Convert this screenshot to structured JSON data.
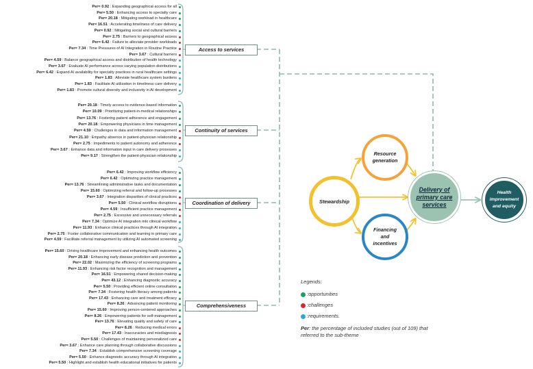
{
  "colors": {
    "opportunity": "#16a35b",
    "challenge": "#d62a2a",
    "requirement": "#29a9e0",
    "connector": "#7fa7a0",
    "bracket": "#8fb8ab",
    "stewardship": "#f2c22e",
    "resource": "#f5a23a",
    "financing": "#2b86c5",
    "delivery": "#9cc3b1",
    "health": "#1f5d63"
  },
  "themes": [
    {
      "label": "Access to services",
      "items": [
        {
          "per": "Per= 0.92",
          "text": ": Expanding geographical access for all",
          "type": "opportunity"
        },
        {
          "per": "Per= 5.50",
          "text": ": Enhancing access to specialty care",
          "type": "opportunity"
        },
        {
          "per": "Per= 20.18",
          "text": ": Mitigating workload in healthcare",
          "type": "opportunity"
        },
        {
          "per": "Per= 16.51",
          "text": ": Accelerating timeliness of care delivery",
          "type": "opportunity"
        },
        {
          "per": "Per= 0.92",
          "text": ": Mitigating social and cultural barriers",
          "type": "opportunity"
        },
        {
          "per": "Per= 2.75",
          "text": ": Barriers to geographical access",
          "type": "challenge"
        },
        {
          "per": "Per= 6.42",
          "text": ": Failure to alleviate provider workloads",
          "type": "challenge"
        },
        {
          "per": "Per= 7.34",
          "text": ": Time Pressures of AI Integration in Routine Practice",
          "type": "challenge"
        },
        {
          "per": "Per= 3.67",
          "text": ": Cultural barriers",
          "type": "challenge"
        },
        {
          "per": "Per= 4.59",
          "text": ": Balance geographical access and distribution of health technology",
          "type": "requirement"
        },
        {
          "per": "Per= 3.67",
          "text": ": Evaluate AI performance across varying population distributions",
          "type": "requirement"
        },
        {
          "per": "Per= 6.42",
          "text": ": Expand AI availability for specialty practices in rural healthcare settings",
          "type": "requirement"
        },
        {
          "per": "Per= 1.83",
          "text": ": Alleviate healthcare system burdens",
          "type": "requirement"
        },
        {
          "per": "Per= 1.83",
          "text": ": Facilitate AI utilization in timeliness care delivery",
          "type": "requirement"
        },
        {
          "per": "Per= 1.83",
          "text": ": Promote cultural diversity and inclusivity in AI development",
          "type": "requirement"
        }
      ]
    },
    {
      "label": "Continuity of services",
      "items": [
        {
          "per": "Per= 20.18",
          "text": ": Timely access to evidence-based information",
          "type": "opportunity"
        },
        {
          "per": "Per= 10.09",
          "text": ": Prioritizing patient-in-medical relationships",
          "type": "opportunity"
        },
        {
          "per": "Per= 13.76",
          "text": ": Fostering patient adherence and engagement",
          "type": "opportunity"
        },
        {
          "per": "Per= 20.18",
          "text": ": Empowering physicians in time management",
          "type": "opportunity"
        },
        {
          "per": "Per= 4.59",
          "text": ": Challenges in data and information management",
          "type": "challenge"
        },
        {
          "per": "Per= 21.10",
          "text": ": Empathy absence in patient-physician relationship",
          "type": "challenge"
        },
        {
          "per": "Per= 2.75",
          "text": ": Impediments to patient autonomy and adherence",
          "type": "challenge"
        },
        {
          "per": "Per= 3.67",
          "text": ": Enhance data and information input in care delivery processes",
          "type": "requirement"
        },
        {
          "per": "Per= 9.17",
          "text": ": Strengthen the patient-physician relationship",
          "type": "requirement"
        }
      ]
    },
    {
      "label": "Coordination of delivery",
      "items": [
        {
          "per": "Per= 6.42",
          "text": ": Improving workflow efficiency",
          "type": "opportunity"
        },
        {
          "per": "Per= 6.42",
          "text": ": Optimizing practice management",
          "type": "opportunity"
        },
        {
          "per": "Per= 13.76",
          "text": ": Streamlining administrative tasks and documentation",
          "type": "opportunity"
        },
        {
          "per": "Per= 15.60",
          "text": ": Optimizing referral and follow-up processes",
          "type": "opportunity"
        },
        {
          "per": "Per= 3.67",
          "text": ": Integration disparities of clinical practices",
          "type": "challenge"
        },
        {
          "per": "Per= 5.50",
          "text": ": Clinical workflow disruptions",
          "type": "challenge"
        },
        {
          "per": "Per= 4.59",
          "text": ": Insufficient practice management",
          "type": "challenge"
        },
        {
          "per": "Per= 2.75",
          "text": ": Excessive and unnecessary referrals",
          "type": "challenge"
        },
        {
          "per": "Per= 7.34",
          "text": ": Optimize AI integration into clinical workflow",
          "type": "requirement"
        },
        {
          "per": "Per= 11.93",
          "text": ": Enhance clinical practices through AI integration",
          "type": "requirement"
        },
        {
          "per": "Per= 2.75",
          "text": ": Foster collaborative communication and learning in primary care",
          "type": "requirement"
        },
        {
          "per": "Per= 4.59",
          "text": ": Facilitate referral management by utilizing AI automated screening",
          "type": "requirement"
        }
      ]
    },
    {
      "label": "Comprehensiveness",
      "items": [
        {
          "per": "Per= 15.60",
          "text": ": Driving healthcare improvement and enhancing health outcomes",
          "type": "opportunity"
        },
        {
          "per": "Per= 20.18",
          "text": ": Enhancing early disease prediction and prevention",
          "type": "opportunity"
        },
        {
          "per": "Per= 22.02",
          "text": ": Maximizing the efficiency of screening programs",
          "type": "opportunity"
        },
        {
          "per": "Per= 11.93",
          "text": ": Enhancing risk factor recognition and management",
          "type": "opportunity"
        },
        {
          "per": "Per= 16.51",
          "text": ": Empowering shared decision-making",
          "type": "opportunity"
        },
        {
          "per": "Per= 43.12",
          "text": ": Enhancing diagnostic accuracy",
          "type": "opportunity"
        },
        {
          "per": "Per= 5.50",
          "text": ": Providing efficient online consultation",
          "type": "opportunity"
        },
        {
          "per": "Per= 7.34",
          "text": ": Fostering health literacy among patients",
          "type": "opportunity"
        },
        {
          "per": "Per= 17.43",
          "text": ": Enhancing care and treatment efficacy",
          "type": "opportunity"
        },
        {
          "per": "Per= 8.26",
          "text": ": Advancing patient monitoring",
          "type": "opportunity"
        },
        {
          "per": "Per= 15.60",
          "text": ": Improving person-centered approaches",
          "type": "opportunity"
        },
        {
          "per": "Per= 8.26",
          "text": ": Empowering patients for self-management",
          "type": "opportunity"
        },
        {
          "per": "Per= 13.76",
          "text": ": Elevating quality and safety of care",
          "type": "opportunity"
        },
        {
          "per": "Per= 8.26",
          "text": ": Reducing medical errors",
          "type": "challenge"
        },
        {
          "per": "Per= 17.43",
          "text": ": Inaccuracies and misdiagnosis",
          "type": "challenge"
        },
        {
          "per": "Per= 5.50",
          "text": ": Challenges of maintaining personalized care",
          "type": "challenge"
        },
        {
          "per": "Per= 3.67",
          "text": ": Enhance care planning through collaborative discussions",
          "type": "requirement"
        },
        {
          "per": "Per= 7.34",
          "text": ": Establish comprehensive screening coverage",
          "type": "requirement"
        },
        {
          "per": "Per= 5.50",
          "text": ": Enhance diagnostic accuracy through AI integration",
          "type": "requirement"
        },
        {
          "per": "Per= 5.50",
          "text": ": Highlight and establish health educational initiatives for patients",
          "type": "requirement"
        }
      ]
    }
  ],
  "nodes": {
    "stewardship": "Stewardship",
    "resource": "Resource generation",
    "financing": "Financing and incentives",
    "delivery": "Delivery of primary care services",
    "health": "Health improvement and equity"
  },
  "legend": {
    "title": "Legends:",
    "opportunities": ":opportunities",
    "challenges": ":challenges",
    "requirements": ":requirements.",
    "note_per": "Per",
    "note_text": ": the percentage of included studies (out of 109) that referred to the sub-theme"
  }
}
